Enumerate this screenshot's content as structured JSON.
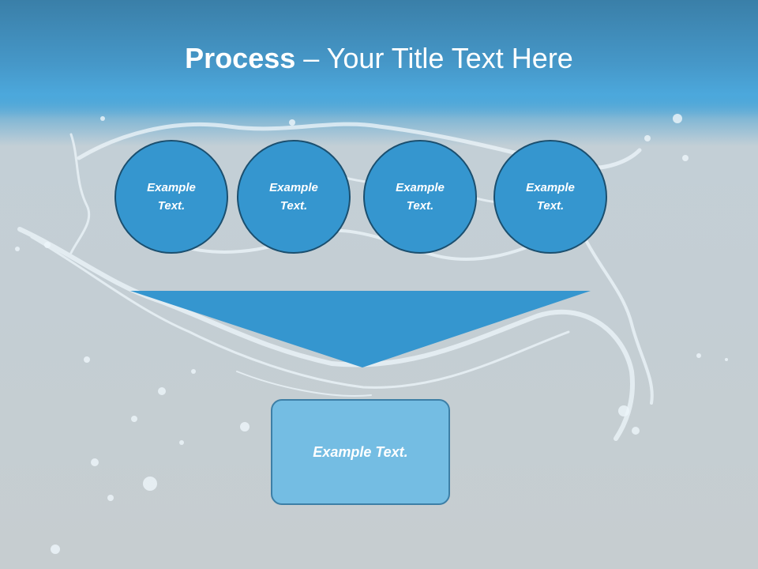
{
  "slide": {
    "title_bold": "Process",
    "title_rest": " – Your Title Text Here"
  },
  "process": {
    "steps": [
      {
        "label": "Example Text."
      },
      {
        "label": "Example Text."
      },
      {
        "label": "Example Text."
      },
      {
        "label": "Example Text."
      }
    ],
    "result": {
      "label": "Example Text."
    }
  },
  "colors": {
    "header": "#4698c9",
    "step_fill": "#3596cf",
    "step_border": "#1b4f6f",
    "funnel": "#3596cf",
    "result_fill": "#74bde3",
    "result_border": "#3d7fa6",
    "background": "#c6cdd0"
  }
}
